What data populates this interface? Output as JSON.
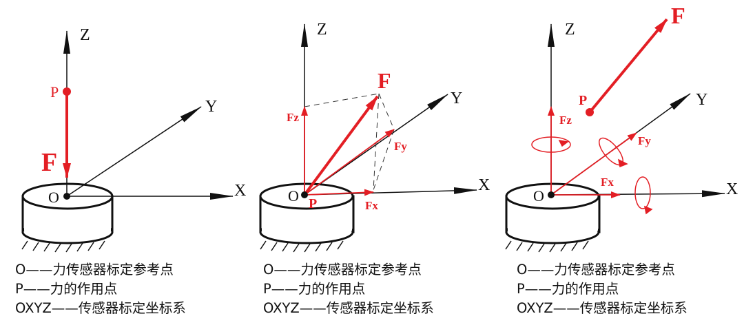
{
  "axis_labels": {
    "x": "X",
    "y": "Y",
    "z": "Z",
    "origin": "O"
  },
  "panels": [
    {
      "force_label": "F",
      "point_label": "P",
      "captions": [
        "O——力传感器标定参考点",
        "P——力的作用点",
        "OXYZ——传感器标定坐标系"
      ]
    },
    {
      "force_label": "F",
      "point_label": "P",
      "fx_label": "Fx",
      "fy_label": "Fy",
      "fz_label": "Fz",
      "captions": [
        "O——力传感器标定参考点",
        "P——力的作用点",
        "OXYZ——传感器标定坐标系"
      ]
    },
    {
      "force_label": "F",
      "point_label": "P",
      "fx_label": "Fx",
      "fy_label": "Fy",
      "fz_label": "Fz",
      "captions": [
        "O——力传感器标定参考点",
        "P——力的作用点",
        "OXYZ——传感器标定坐标系"
      ]
    }
  ],
  "colors": {
    "force": "#e31e24",
    "axis": "#111111"
  }
}
